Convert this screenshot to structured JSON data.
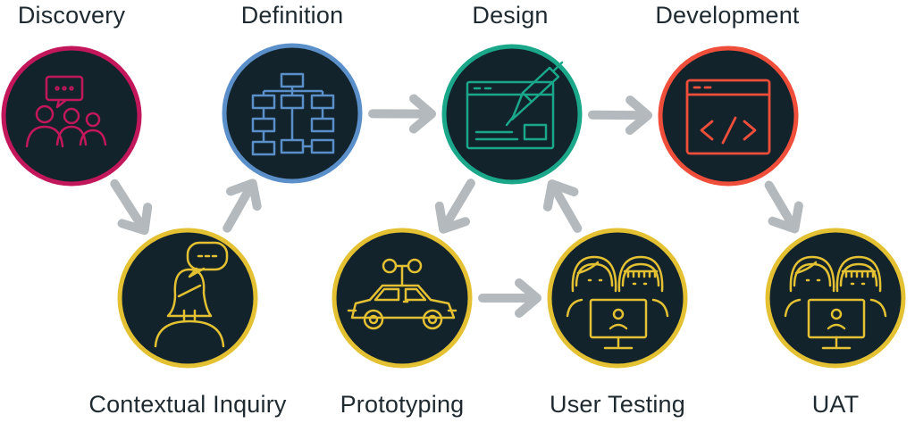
{
  "stages": [
    {
      "id": "discovery",
      "label": "Discovery",
      "icon": "people-chat-icon",
      "ring_color": "#c2185b"
    },
    {
      "id": "definition",
      "label": "Definition",
      "icon": "flowchart-icon",
      "ring_color": "#5b8fc9"
    },
    {
      "id": "design",
      "label": "Design",
      "icon": "pen-window-icon",
      "ring_color": "#1aa78a"
    },
    {
      "id": "development",
      "label": "Development",
      "icon": "code-window-icon",
      "ring_color": "#ef4e3a"
    },
    {
      "id": "contextual-inquiry",
      "label": "Contextual Inquiry",
      "icon": "woman-speech-icon",
      "ring_color": "#e3c132"
    },
    {
      "id": "prototyping",
      "label": "Prototyping",
      "icon": "windup-car-icon",
      "ring_color": "#e3c132"
    },
    {
      "id": "user-testing",
      "label": "User Testing",
      "icon": "users-monitor-icon",
      "ring_color": "#e3c132"
    },
    {
      "id": "uat",
      "label": "UAT",
      "icon": "users-monitor-icon",
      "ring_color": "#e3c132"
    }
  ],
  "flow": [
    [
      "discovery",
      "contextual-inquiry"
    ],
    [
      "contextual-inquiry",
      "definition"
    ],
    [
      "definition",
      "design"
    ],
    [
      "design",
      "development"
    ],
    [
      "design",
      "prototyping"
    ],
    [
      "prototyping",
      "user-testing"
    ],
    [
      "user-testing",
      "design"
    ],
    [
      "development",
      "uat"
    ]
  ],
  "colors": {
    "circle_fill": "#12232c",
    "arrow": "#b3b9bd",
    "text": "#1f2a30"
  }
}
